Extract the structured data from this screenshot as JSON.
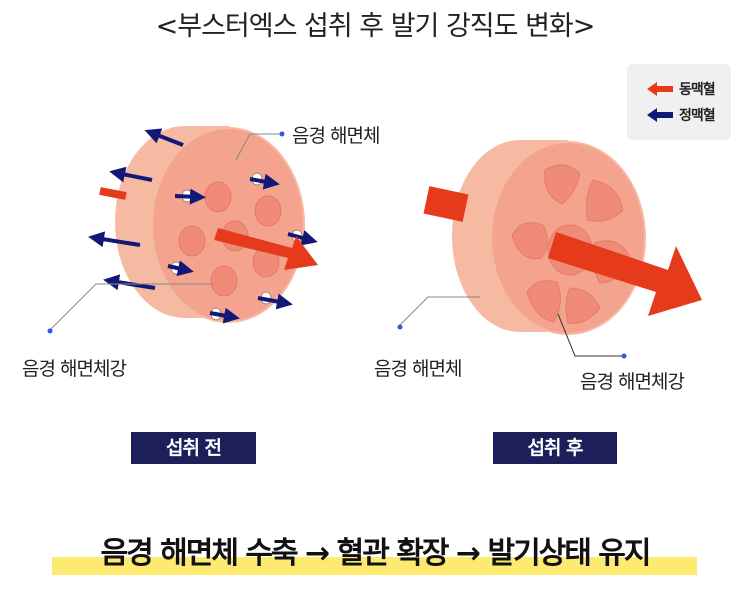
{
  "title": "<부스터엑스 섭취 후 발기 강직도 변화>",
  "legend": {
    "items": [
      {
        "label": "동맥혈",
        "color": "#e63a1c"
      },
      {
        "label": "정맥혈",
        "color": "#121878"
      }
    ]
  },
  "before": {
    "label_top": "음경 해면체",
    "label_bottom": "음경 해면체강",
    "badge": "섭취 전"
  },
  "after": {
    "label_left": "음경 해면체",
    "label_right": "음경 해면체강",
    "badge": "섭취 후"
  },
  "summary": "음경 해면체 수축 → 혈관 확장 → 발기상태 유지",
  "colors": {
    "artery": "#e63a1c",
    "vein": "#121878",
    "badge": "#1c1f5a",
    "highlight": "#fdeb71"
  }
}
